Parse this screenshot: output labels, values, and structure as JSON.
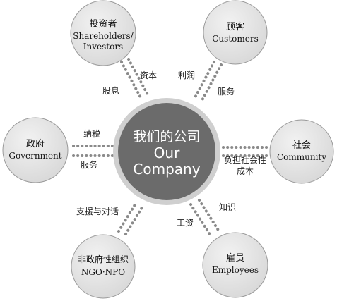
{
  "diagram": {
    "hub": {
      "line1": "我们的公司",
      "line2": "Our",
      "line3": "Company",
      "fill": "#6b6b6b",
      "ring": "#cfcfcf"
    },
    "nodes": [
      {
        "id": "shareholders",
        "zh": "投资者",
        "en1": "Shareholders/",
        "en2": "Investors"
      },
      {
        "id": "customers",
        "zh": "顾客",
        "en1": "Customers",
        "en2": ""
      },
      {
        "id": "government",
        "zh": "政府",
        "en1": "Government",
        "en2": ""
      },
      {
        "id": "community",
        "zh": "社会",
        "en1": "Community",
        "en2": ""
      },
      {
        "id": "ngo",
        "zh": "非政府性组织",
        "en1": "NGO·NPO",
        "en2": ""
      },
      {
        "id": "employees",
        "zh": "雇员",
        "en1": "Employees",
        "en2": ""
      }
    ],
    "links": {
      "shareholders_out": "资本",
      "shareholders_in": "股息",
      "customers_out": "利润",
      "customers_in": "服务",
      "government_out": "纳税",
      "government_in": "服务",
      "community_1": "负担社会性",
      "community_2": "成本",
      "ngo": "支援与对话",
      "employees_out": "知识",
      "employees_in": "工资"
    },
    "colors": {
      "node_fill": "#e4e4e4",
      "node_stroke": "#9a9a9a",
      "dots": "#8a8a8a"
    }
  }
}
